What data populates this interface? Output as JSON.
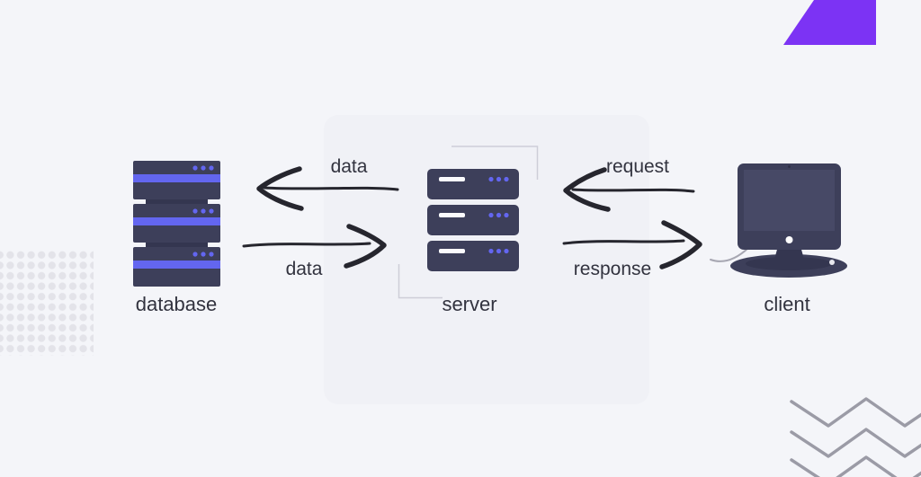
{
  "diagram": {
    "nodes": [
      {
        "id": "database",
        "label": "database"
      },
      {
        "id": "server",
        "label": "server"
      },
      {
        "id": "client",
        "label": "client"
      }
    ],
    "edges": [
      {
        "id": "server-to-database",
        "label": "data",
        "direction": "left"
      },
      {
        "id": "database-to-server",
        "label": "data",
        "direction": "right"
      },
      {
        "id": "client-to-server",
        "label": "request",
        "direction": "left"
      },
      {
        "id": "server-to-client",
        "label": "response",
        "direction": "right"
      }
    ]
  },
  "colors": {
    "background": "#f4f5f9",
    "panel": "#f0f1f6",
    "icon_dark": "#3d3f5a",
    "icon_darker": "#343650",
    "accent_purple": "#6366f0",
    "triangle_purple": "#7c33f4",
    "arrow_ink": "#26262e",
    "label_text": "#32333f",
    "zigzag_gray": "#9b9ba6",
    "dots_gray": "#e3e3e9",
    "bracket_gray": "#cdced8"
  }
}
